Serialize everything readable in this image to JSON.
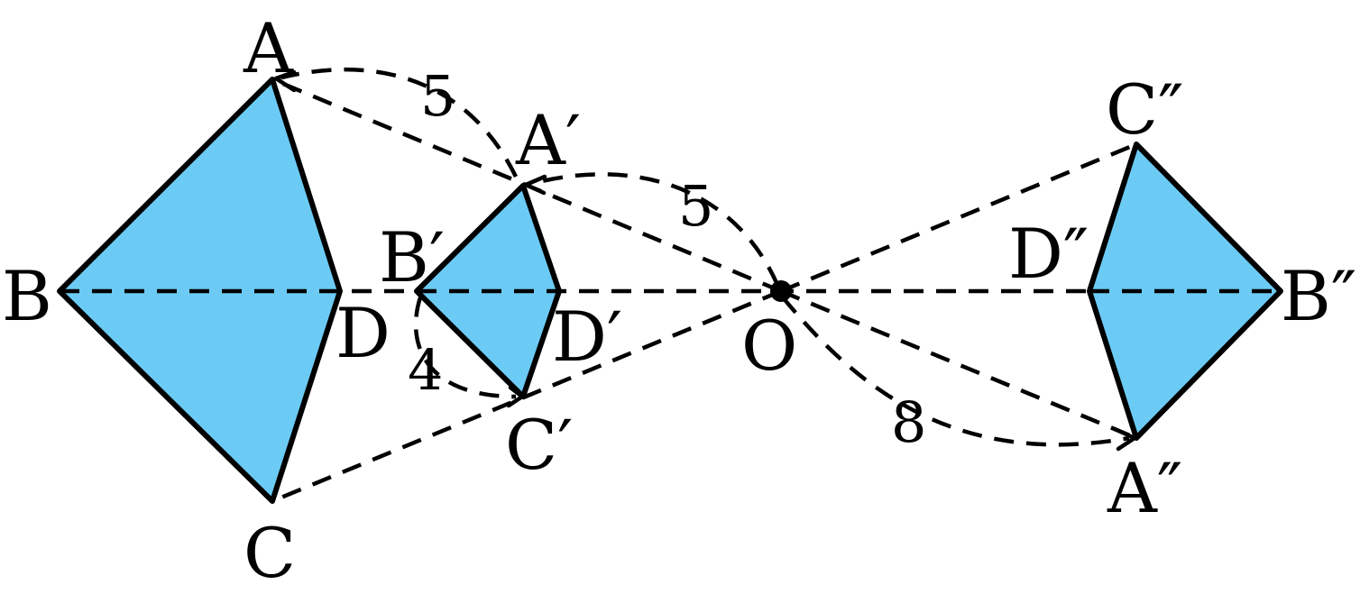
{
  "colors": {
    "fill": "#6ccbf4",
    "stroke": "#000000",
    "background": "#ffffff"
  },
  "labels": {
    "A": "A",
    "B": "B",
    "C": "C",
    "D": "D",
    "A1": "A′",
    "B1": "B′",
    "C1": "C′",
    "D1": "D′",
    "A2": "A″",
    "B2": "B″",
    "C2": "C″",
    "D2": "D″",
    "O": "O"
  },
  "measures": {
    "OA1_to_A": "5",
    "O_to_A1": "5",
    "B1_to_C1": "4",
    "O_to_A2": "8"
  }
}
